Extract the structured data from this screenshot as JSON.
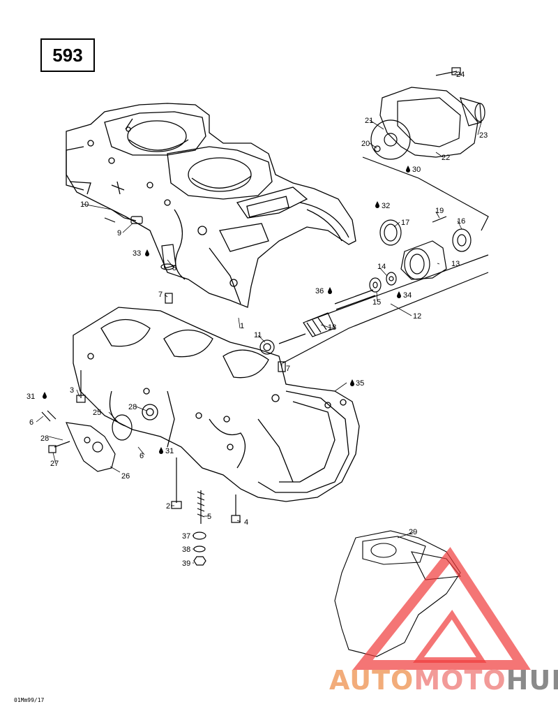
{
  "page": {
    "model_number": "593",
    "doc_code": "01Mm99/17"
  },
  "watermark": {
    "part1": "AUTO",
    "part2": "MOTO",
    "part3": "HUB",
    "colors": {
      "part1": "#f2ac7a",
      "part2": "#f29a98",
      "part3": "#8a8a8a",
      "triangle": "#f03a3a"
    }
  },
  "callouts": {
    "c1": "1",
    "c2": "2",
    "c3": "3",
    "c4": "4",
    "c5": "5",
    "c6a": "6",
    "c6b": "6",
    "c7a": "7",
    "c7b": "7",
    "c8": "8",
    "c9": "9",
    "c10": "10",
    "c11": "11",
    "c12": "12",
    "c13": "13",
    "c14": "14",
    "c15": "15",
    "c16": "16",
    "c17": "17",
    "c18": "18",
    "c19": "19",
    "c20": "20",
    "c21": "21",
    "c22": "22",
    "c23": "23",
    "c24": "24",
    "c25": "25",
    "c26": "26",
    "c27": "27",
    "c28a": "28",
    "c28b": "28",
    "c29": "29",
    "c30": "30",
    "c31a": "31",
    "c31b": "31",
    "c32": "32",
    "c33": "33",
    "c34": "34",
    "c35": "35",
    "c36": "36",
    "c37": "37",
    "c38": "38",
    "c39": "39"
  }
}
